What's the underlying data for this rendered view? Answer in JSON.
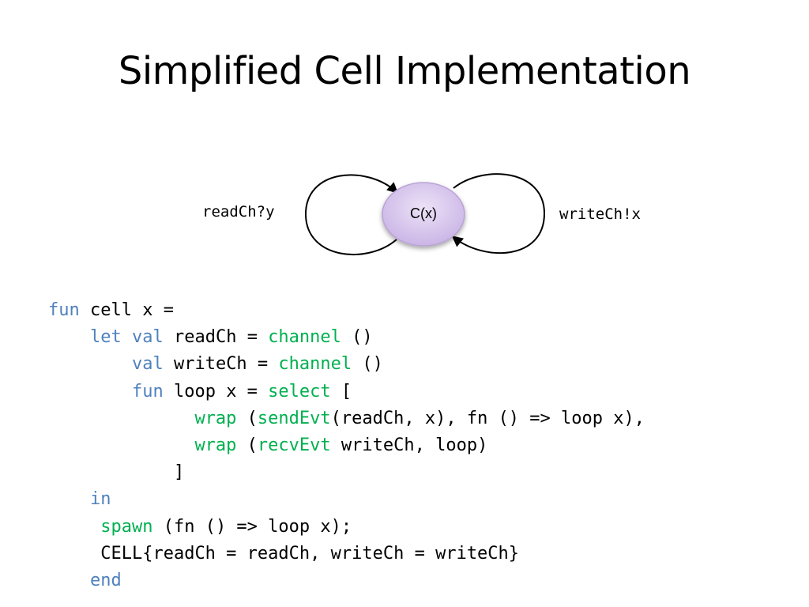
{
  "slide": {
    "title": "Simplified Cell Implementation"
  },
  "diagram": {
    "node_label": "C(x)",
    "read_label": "readCh?y",
    "write_label": "writeCh!x",
    "node_fill": "#d9c8ec",
    "node_stroke": "#b9a3d6"
  },
  "colors": {
    "keyword": "#4f81bd",
    "builtin": "#00b050",
    "text": "#000000"
  },
  "code": {
    "lines": [
      {
        "indent": "",
        "tokens": [
          {
            "t": "fun",
            "c": "kw"
          },
          {
            "t": " cell x ="
          }
        ]
      },
      {
        "indent": "    ",
        "tokens": [
          {
            "t": "let",
            "c": "kw"
          },
          {
            "t": " "
          },
          {
            "t": "val",
            "c": "kw"
          },
          {
            "t": " readCh = "
          },
          {
            "t": "channel",
            "c": "fn"
          },
          {
            "t": " ()"
          }
        ]
      },
      {
        "indent": "        ",
        "tokens": [
          {
            "t": "val",
            "c": "kw"
          },
          {
            "t": " writeCh = "
          },
          {
            "t": "channel",
            "c": "fn"
          },
          {
            "t": " ()"
          }
        ]
      },
      {
        "indent": "        ",
        "tokens": [
          {
            "t": "fun",
            "c": "kw"
          },
          {
            "t": " loop x = "
          },
          {
            "t": "select",
            "c": "fn"
          },
          {
            "t": " ["
          }
        ]
      },
      {
        "indent": "              ",
        "tokens": [
          {
            "t": "wrap",
            "c": "fn"
          },
          {
            "t": " ("
          },
          {
            "t": "sendEvt",
            "c": "fn"
          },
          {
            "t": "(readCh, x), fn () => loop x),"
          }
        ]
      },
      {
        "indent": "              ",
        "tokens": [
          {
            "t": "wrap",
            "c": "fn"
          },
          {
            "t": " ("
          },
          {
            "t": "recvEvt",
            "c": "fn"
          },
          {
            "t": " writeCh, loop)"
          }
        ]
      },
      {
        "indent": "            ",
        "tokens": [
          {
            "t": "]"
          }
        ]
      },
      {
        "indent": "    ",
        "tokens": [
          {
            "t": "in",
            "c": "kw"
          }
        ]
      },
      {
        "indent": "     ",
        "tokens": [
          {
            "t": "spawn",
            "c": "fn"
          },
          {
            "t": " (fn () => loop x);"
          }
        ]
      },
      {
        "indent": "     ",
        "tokens": [
          {
            "t": "CELL{readCh = readCh, writeCh = writeCh}"
          }
        ]
      },
      {
        "indent": "    ",
        "tokens": [
          {
            "t": "end",
            "c": "kw"
          }
        ]
      }
    ]
  }
}
